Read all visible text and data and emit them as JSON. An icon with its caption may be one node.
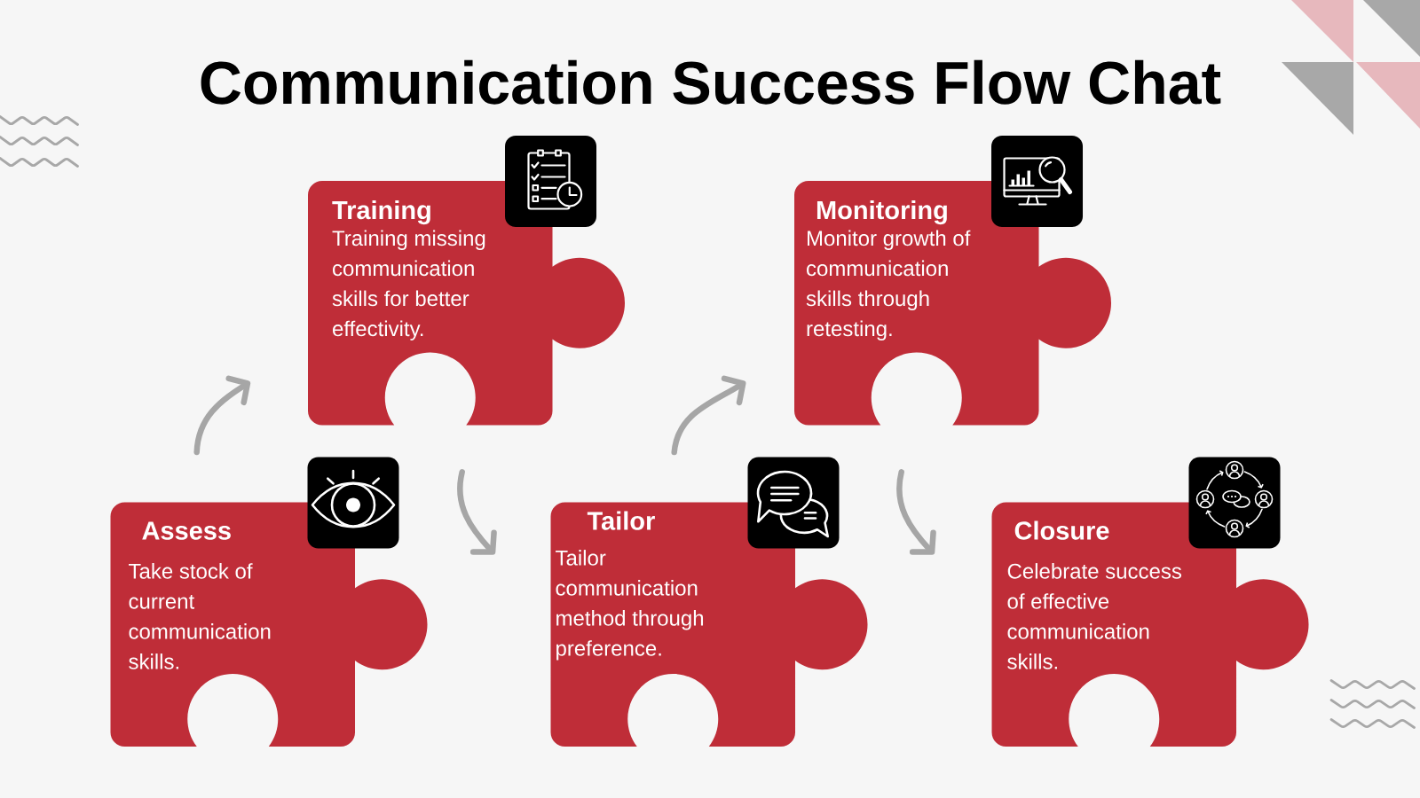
{
  "diagram": {
    "title": "Communication Success Flow Chat",
    "nodes": [
      {
        "text": [
          "Assess",
          "Take stock of current communication skills."
        ]
      },
      {
        "text": [
          "Training",
          "Training missing communication skills for better effectivity."
        ]
      },
      {
        "text": [
          "Tailor",
          "Tailor communication method through preference."
        ]
      },
      {
        "text": [
          "Monitoring",
          "Monitor growth of communication skills through retesting."
        ]
      },
      {
        "text": [
          "Closure",
          "Celebrate success of effective communication skills."
        ]
      }
    ],
    "edges": [
      {
        "from": 0,
        "to": 1,
        "arrow": "to"
      },
      {
        "from": 1,
        "to": 2,
        "arrow": "to"
      },
      {
        "from": 2,
        "to": 3,
        "arrow": "to"
      },
      {
        "from": 3,
        "to": 4,
        "arrow": "to"
      }
    ]
  }
}
